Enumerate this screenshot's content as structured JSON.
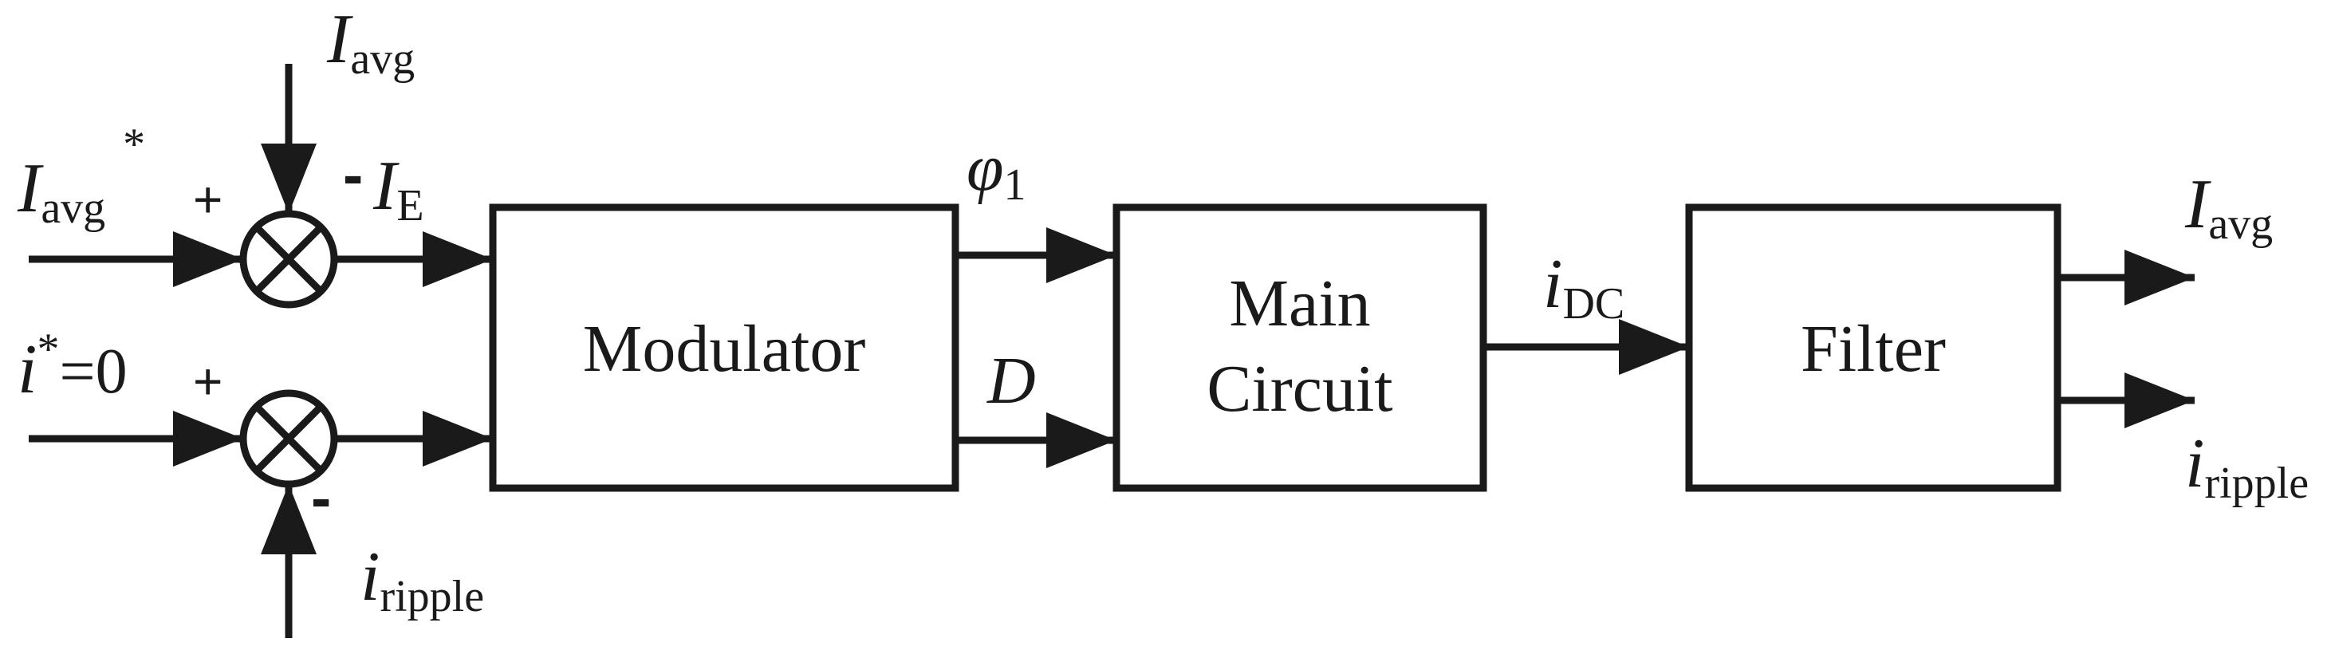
{
  "blocks": {
    "modulator": "Modulator",
    "main_circuit_line1": "Main",
    "main_circuit_line2": "Circuit",
    "filter": "Filter"
  },
  "inputs": {
    "iavg_ref_main": "I",
    "iavg_ref_sub": "avg",
    "iavg_ref_sup": "*",
    "iripple_ref_main": "i",
    "iripple_ref_sup": "*",
    "iripple_ref_value": "=0"
  },
  "feedback": {
    "iavg_main": "I",
    "iavg_sub": "avg",
    "iripple_main": "i",
    "iripple_sub": "ripple"
  },
  "summing": {
    "top_plus": "+",
    "top_minus": "-",
    "bottom_plus": "+",
    "bottom_minus": "-"
  },
  "signals": {
    "ie_main": "I",
    "ie_sub": "E",
    "phi_main": "φ",
    "phi_sub": "1",
    "d_label": "D",
    "idc_main": "i",
    "idc_sub": "DC"
  },
  "outputs": {
    "iavg_main": "I",
    "iavg_sub": "avg",
    "iripple_main": "i",
    "iripple_sub": "ripple"
  }
}
